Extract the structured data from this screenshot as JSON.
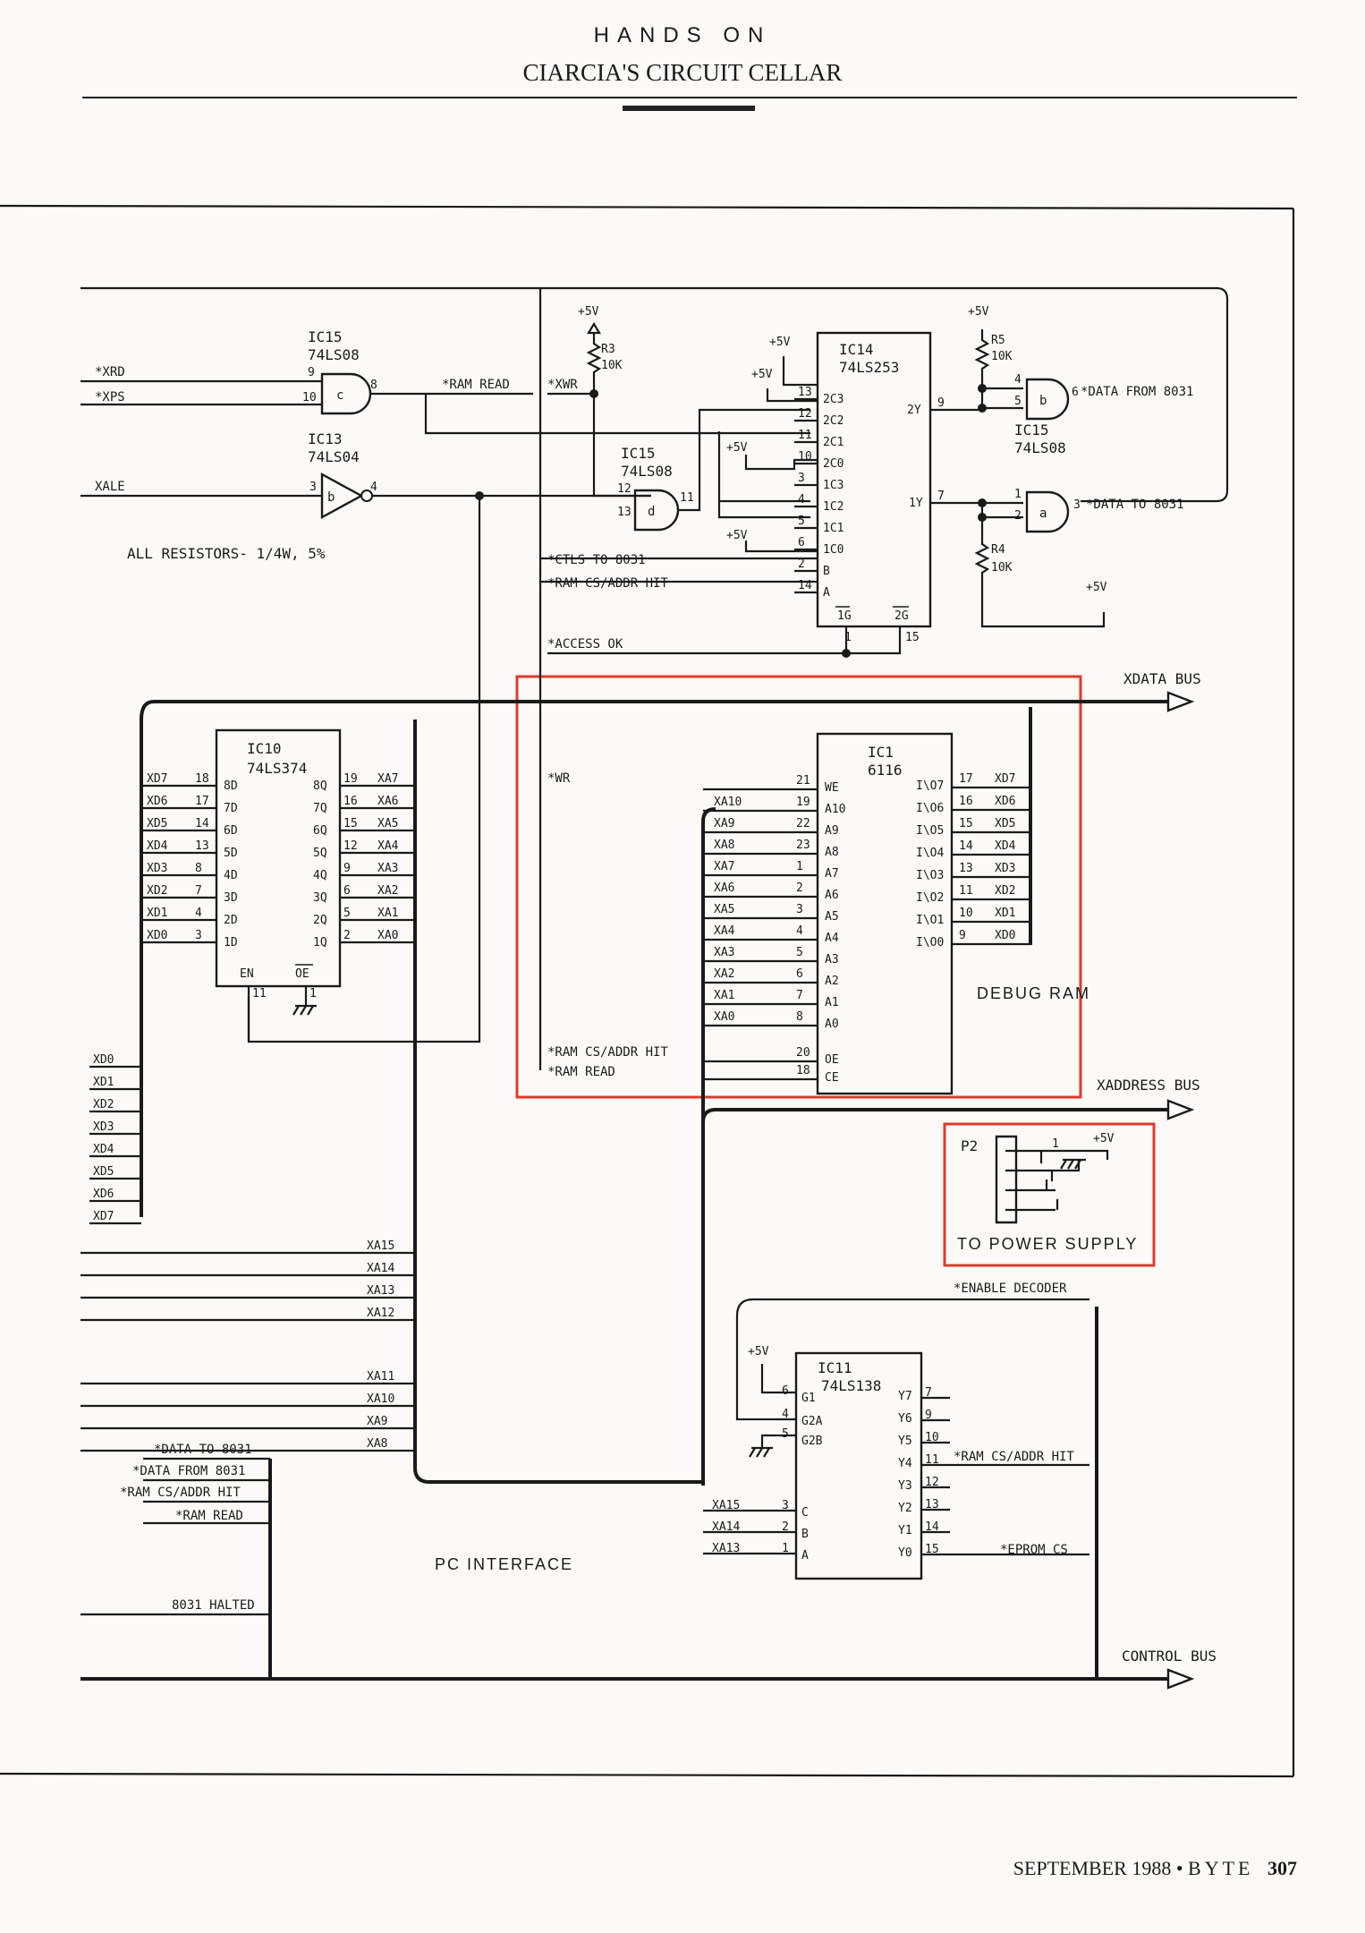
{
  "header": {
    "kicker": "HANDS ON",
    "title": "CIARCIA'S CIRCUIT CELLAR"
  },
  "footer": {
    "month": "SEPTEMBER 1988",
    "sep": "•",
    "brand": "BYTE",
    "page": "307"
  },
  "colors": {
    "ink": "#1a1a1a",
    "highlight": "#e03a2b",
    "paper": "#fbfaf6"
  },
  "schematic": {
    "signals": {
      "xrd": "*XRD",
      "xps": "*XPS",
      "xale": "XALE",
      "ram_read": "*RAM READ",
      "xwr": "*XWR",
      "ctls": "*CTLS TO 8031",
      "ram_cs": "*RAM CS/ADDR HIT",
      "access_ok": "*ACCESS OK",
      "wr": "*WR",
      "ram_cs2": "*RAM CS/ADDR HIT",
      "ram_read2": "*RAM READ",
      "data_from": "*DATA FROM 8031",
      "data_to": "*DATA TO 8031",
      "enable_decoder": "*ENABLE DECODER",
      "ram_cs_hit": "*RAM CS/ADDR HIT",
      "eprom_cs": "*EPROM CS",
      "left_data_to": "*DATA TO 8031",
      "left_data_from": "*DATA FROM 8031",
      "left_ram_cs": "*RAM CS/ADDR HIT",
      "left_ram_read": "*RAM READ",
      "halted": "8031 HALTED"
    },
    "notes": {
      "resistors": "ALL RESISTORS- 1/4W, 5%"
    },
    "buses": {
      "xdata": "XDATA BUS",
      "xaddress": "XADDRESS BUS",
      "control": "CONTROL BUS"
    },
    "blocks": {
      "debug_ram": "DEBUG RAM",
      "pc_interface": "PC INTERFACE",
      "to_power": "TO POWER SUPPLY",
      "p2": "P2"
    },
    "ics": {
      "ic15c": {
        "name": "IC15",
        "part": "74LS08",
        "gate": "c",
        "pins": [
          "9",
          "10",
          "8"
        ]
      },
      "ic13": {
        "name": "IC13",
        "part": "74LS04",
        "gate": "b",
        "pins": [
          "3",
          "4"
        ]
      },
      "ic15d": {
        "name": "IC15",
        "part": "74LS08",
        "gate": "d",
        "pins": [
          "12",
          "13",
          "11"
        ]
      },
      "ic15b": {
        "name": "IC15",
        "part": "74LS08",
        "gate": "b",
        "pins": [
          "4",
          "5",
          "6"
        ]
      },
      "ic15a": {
        "name": "IC15",
        "part": "74LS08",
        "gate": "a",
        "pins": [
          "1",
          "2",
          "3"
        ]
      },
      "ic14": {
        "name": "IC14",
        "part": "74LS253",
        "left_pins": [
          "2C3",
          "2C2",
          "2C1",
          "2C0",
          "1C3",
          "1C2",
          "1C1",
          "1C0",
          "B",
          "A"
        ],
        "left_nums": [
          "13",
          "12",
          "11",
          "10",
          "3",
          "4",
          "5",
          "6",
          "2",
          "14"
        ],
        "right_pins": [
          "2Y",
          "1Y"
        ],
        "right_nums": [
          "9",
          "7"
        ],
        "bottom_pins": [
          "1G",
          "2G"
        ],
        "bottom_nums": [
          "1",
          "15"
        ]
      },
      "ic10": {
        "name": "IC10",
        "part": "74LS374",
        "d_pins": [
          "8D",
          "7D",
          "6D",
          "5D",
          "4D",
          "3D",
          "2D",
          "1D"
        ],
        "d_nums": [
          "18",
          "17",
          "14",
          "13",
          "8",
          "7",
          "4",
          "3"
        ],
        "d_sig": [
          "XD7",
          "XD6",
          "XD5",
          "XD4",
          "XD3",
          "XD2",
          "XD1",
          "XD0"
        ],
        "q_pins": [
          "8Q",
          "7Q",
          "6Q",
          "5Q",
          "4Q",
          "3Q",
          "2Q",
          "1Q"
        ],
        "q_nums": [
          "19",
          "16",
          "15",
          "12",
          "9",
          "6",
          "5",
          "2"
        ],
        "q_sig": [
          "XA7",
          "XA6",
          "XA5",
          "XA4",
          "XA3",
          "XA2",
          "XA1",
          "XA0"
        ],
        "en": "EN",
        "oe": "OE",
        "en_num": "11",
        "oe_num": "1"
      },
      "ic1": {
        "name": "IC1",
        "part": "6116",
        "left_pins": [
          "WE",
          "A10",
          "A9",
          "A8",
          "A7",
          "A6",
          "A5",
          "A4",
          "A3",
          "A2",
          "A1",
          "A0",
          "OE",
          "CE"
        ],
        "left_nums": [
          "21",
          "19",
          "22",
          "23",
          "1",
          "2",
          "3",
          "4",
          "5",
          "6",
          "7",
          "8",
          "20",
          "18"
        ],
        "addr_sig": [
          "XA10",
          "XA9",
          "XA8",
          "XA7",
          "XA6",
          "XA5",
          "XA4",
          "XA3",
          "XA2",
          "XA1",
          "XA0"
        ],
        "right_pins": [
          "I\\O7",
          "I\\O6",
          "I\\O5",
          "I\\O4",
          "I\\O3",
          "I\\O2",
          "I\\O1",
          "I\\O0"
        ],
        "right_nums": [
          "17",
          "16",
          "15",
          "14",
          "13",
          "11",
          "10",
          "9"
        ],
        "data_sig": [
          "XD7",
          "XD6",
          "XD5",
          "XD4",
          "XD3",
          "XD2",
          "XD1",
          "XD0"
        ]
      },
      "ic11": {
        "name": "IC11",
        "part": "74LS138",
        "left_pins": [
          "G1",
          "G2A",
          "G2B",
          "C",
          "B",
          "A"
        ],
        "left_nums": [
          "6",
          "4",
          "5",
          "3",
          "2",
          "1"
        ],
        "addr_sig": [
          "XA15",
          "XA14",
          "XA13"
        ],
        "right_pins": [
          "Y7",
          "Y6",
          "Y5",
          "Y4",
          "Y3",
          "Y2",
          "Y1",
          "Y0"
        ],
        "right_nums": [
          "7",
          "9",
          "10",
          "11",
          "12",
          "13",
          "14",
          "15"
        ]
      }
    },
    "resistors": {
      "r3": {
        "name": "R3",
        "value": "10K"
      },
      "r5": {
        "name": "R5",
        "value": "10K"
      },
      "r4": {
        "name": "R4",
        "value": "10K"
      }
    },
    "power": "+5V",
    "left_data_bus": [
      "XD0",
      "XD1",
      "XD2",
      "XD3",
      "XD4",
      "XD5",
      "XD6",
      "XD7"
    ],
    "high_addr": [
      "XA15",
      "XA14",
      "XA13",
      "XA12",
      "XA11",
      "XA10",
      "XA9",
      "XA8"
    ],
    "p2_pin": "1"
  }
}
